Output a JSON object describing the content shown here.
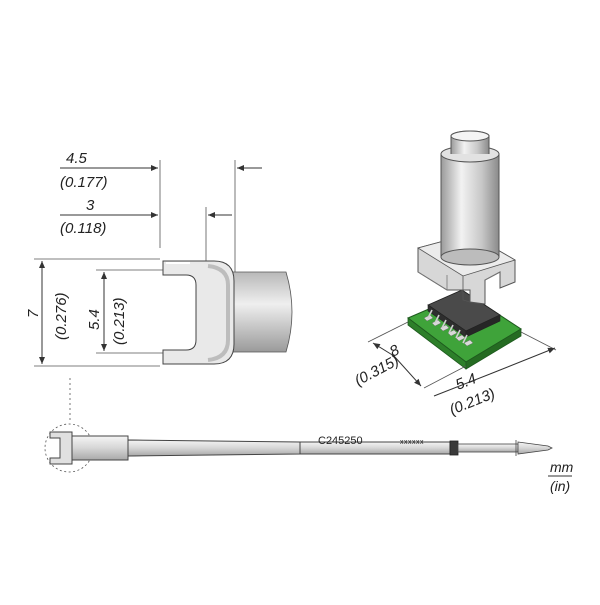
{
  "front_view": {
    "width_outer": {
      "mm": "4.5",
      "in": "(0.177)"
    },
    "width_inner": {
      "mm": "3",
      "in": "(0.118)"
    },
    "height_outer": {
      "mm": "7",
      "in": "(0.276)"
    },
    "height_inner": {
      "mm": "5.4",
      "in": "(0.213)"
    }
  },
  "iso_view": {
    "length": {
      "mm": "8",
      "in": "(0.315)"
    },
    "width": {
      "mm": "5.4",
      "in": "(0.213)"
    }
  },
  "tip": {
    "part_number": "C245250",
    "batch_code": "xxxxxx"
  },
  "units": {
    "primary": "mm",
    "secondary": "(in)"
  },
  "colors": {
    "pcb_green": "#3fa33a",
    "chip_dark": "#3a3a3a",
    "metal_light": "#e6e6e6",
    "metal_mid": "#bdbdbd",
    "metal_dark": "#8f8f8f"
  }
}
